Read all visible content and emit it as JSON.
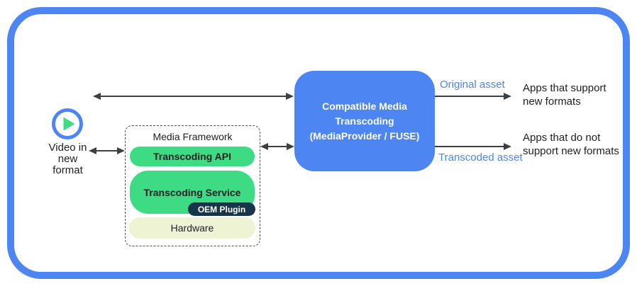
{
  "colors": {
    "blue": "#4d86f2",
    "green": "#3ddc84",
    "hardware": "#eef4d3",
    "oem": "#16344a",
    "arrow": "#3c4043",
    "ink": "#202124"
  },
  "source": {
    "icon": "play-icon",
    "label": "Video in\nnew\nformat"
  },
  "media_framework": {
    "title": "Media Framework",
    "transcoding_api": "Transcoding API",
    "transcoding_service": "Transcoding Service",
    "oem_plugin": "OEM Plugin",
    "hardware": "Hardware"
  },
  "transcoder": {
    "title": "Compatible Media\nTranscoding\n(MediaProvider / FUSE)"
  },
  "outputs": {
    "original_asset": "Original asset",
    "transcoded_asset": "Transcoded asset",
    "apps_support": "Apps that support\nnew formats",
    "apps_no_support": "Apps that do not\nsupport new formats"
  }
}
